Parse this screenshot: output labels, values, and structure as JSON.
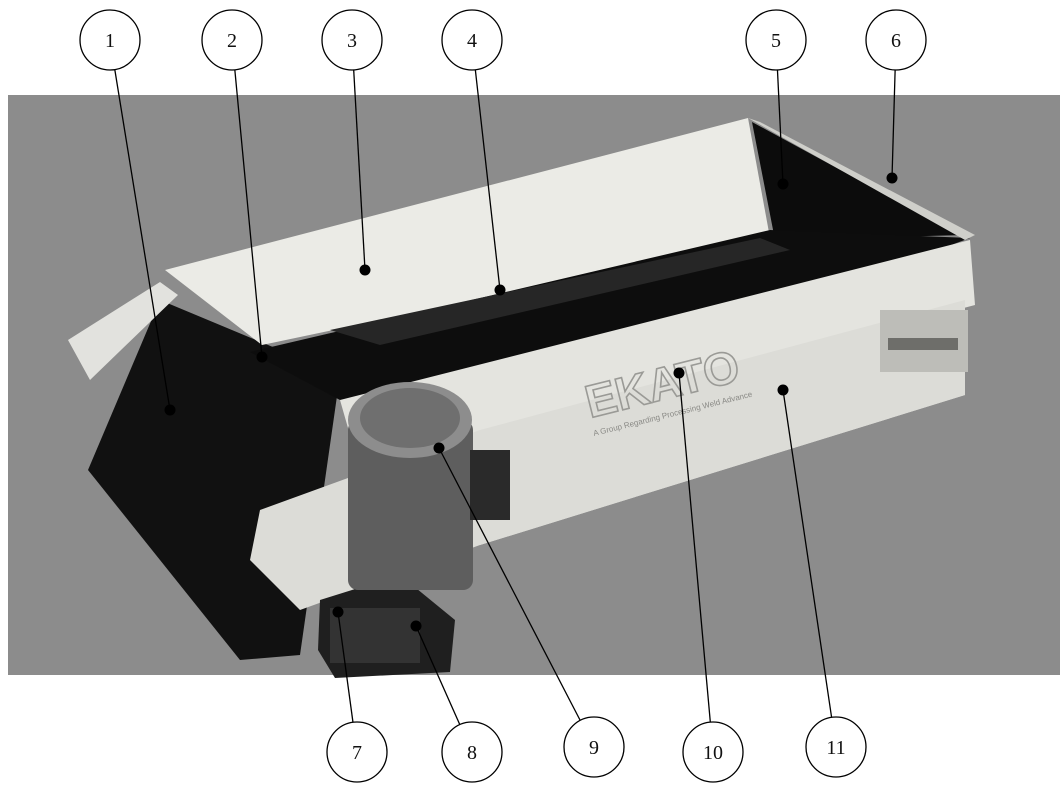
{
  "figure": {
    "background_color": "#ffffff",
    "photo_background_color": "#8c8c8c",
    "machine_body_color": "#e6e6e2",
    "belt_color": "#0d0d0d",
    "motor_color": "#5a5a5a",
    "callout_line_color": "#000000",
    "logo_text": "EKATO",
    "logo_subtext": "A Group Regarding Processing Weld Advance"
  },
  "callouts": [
    {
      "label": "1"
    },
    {
      "label": "2"
    },
    {
      "label": "3"
    },
    {
      "label": "4"
    },
    {
      "label": "5"
    },
    {
      "label": "6"
    },
    {
      "label": "7"
    },
    {
      "label": "8"
    },
    {
      "label": "9"
    },
    {
      "label": "10"
    },
    {
      "label": "11"
    }
  ]
}
